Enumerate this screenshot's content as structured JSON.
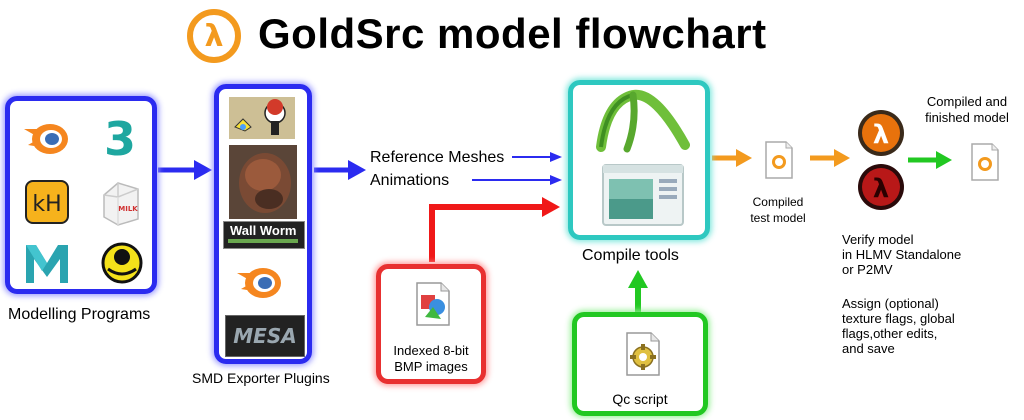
{
  "title": "GoldSrc model flowchart",
  "boxes": {
    "modelling": {
      "label": "Modelling Programs"
    },
    "plugins": {
      "label": "SMD Exporter Plugins",
      "wallworm_text": "Wall Worm"
    },
    "compile": {
      "label": "Compile tools"
    },
    "bmp": {
      "label_line1": "Indexed 8-bit",
      "label_line2": "BMP images"
    },
    "qc": {
      "label": "Qc script"
    }
  },
  "flow_labels": {
    "meshes": "Reference Meshes",
    "animations": "Animations",
    "test_model_line1": "Compiled",
    "test_model_line2": "test model",
    "finished_line1": "Compiled and",
    "finished_line2": "finished model"
  },
  "notes": {
    "verify": [
      "Verify model",
      "in HLMV Standalone",
      "or P2MV"
    ],
    "assign": [
      "Assign (optional)",
      "texture flags, global",
      "flags,other edits,",
      "and save"
    ]
  },
  "icons": {
    "modelling": [
      "blender-icon",
      "3ds-max-icon",
      "kh-icon",
      "milkshape-icon",
      "maya-icon",
      "misfit-icon"
    ],
    "plugins": [
      "plugin-thumb-cartoon",
      "plugin-thumb-head",
      "wall-worm-logo",
      "blender-icon",
      "mesa-logo"
    ]
  },
  "colors": {
    "blue": "#2b2bf0",
    "teal": "#2ec8c0",
    "red": "#e83030",
    "green": "#22c822",
    "orange": "#f39a1e"
  }
}
